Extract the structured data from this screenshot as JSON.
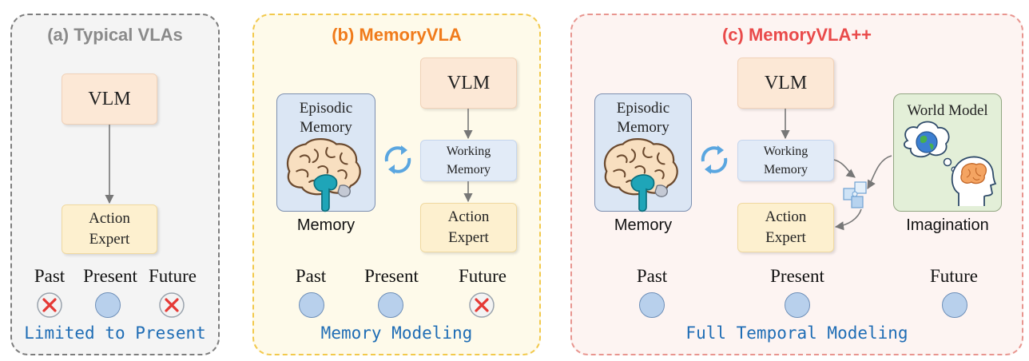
{
  "panels": [
    {
      "title": "(a) Typical VLAs",
      "title_color": "#8a8a8a",
      "footer": "Limited to Present",
      "border": "#7d7d7d",
      "fill": "#f4f4f4"
    },
    {
      "title": "(b) MemoryVLA",
      "title_color": "#f07b1b",
      "footer": "Memory Modeling",
      "border": "#f2c94c",
      "fill": "#fefaea"
    },
    {
      "title": "(c) MemoryVLA++",
      "title_color": "#e94a4a",
      "footer": "Full Temporal Modeling",
      "border": "#e8958f",
      "fill": "#fdf4f2"
    }
  ],
  "labels": {
    "vlm": "VLM",
    "action_line1": "Action",
    "action_line2": "Expert",
    "working_line1": "Working",
    "working_line2": "Memory",
    "episodic_line1": "Episodic",
    "episodic_line2": "Memory",
    "memory_caption": "Memory",
    "world_model": "World Model",
    "imagination_caption": "Imagination",
    "past": "Past",
    "present": "Present",
    "future": "Future"
  },
  "timeline": {
    "a": {
      "past": "unavailable",
      "present": "available",
      "future": "unavailable"
    },
    "b": {
      "past": "available",
      "present": "available",
      "future": "unavailable"
    },
    "c": {
      "past": "available",
      "present": "available",
      "future": "available"
    }
  },
  "colors": {
    "accent_blue": "#1f6db5",
    "marker_fill": "#b8d0ec",
    "cross_red": "#e53935",
    "arrow_gray": "#777777"
  },
  "icons": [
    "brain-icon",
    "cycle-arrows-icon",
    "puzzle-icon",
    "globe-thought-icon",
    "head-brain-icon",
    "cross-icon"
  ]
}
